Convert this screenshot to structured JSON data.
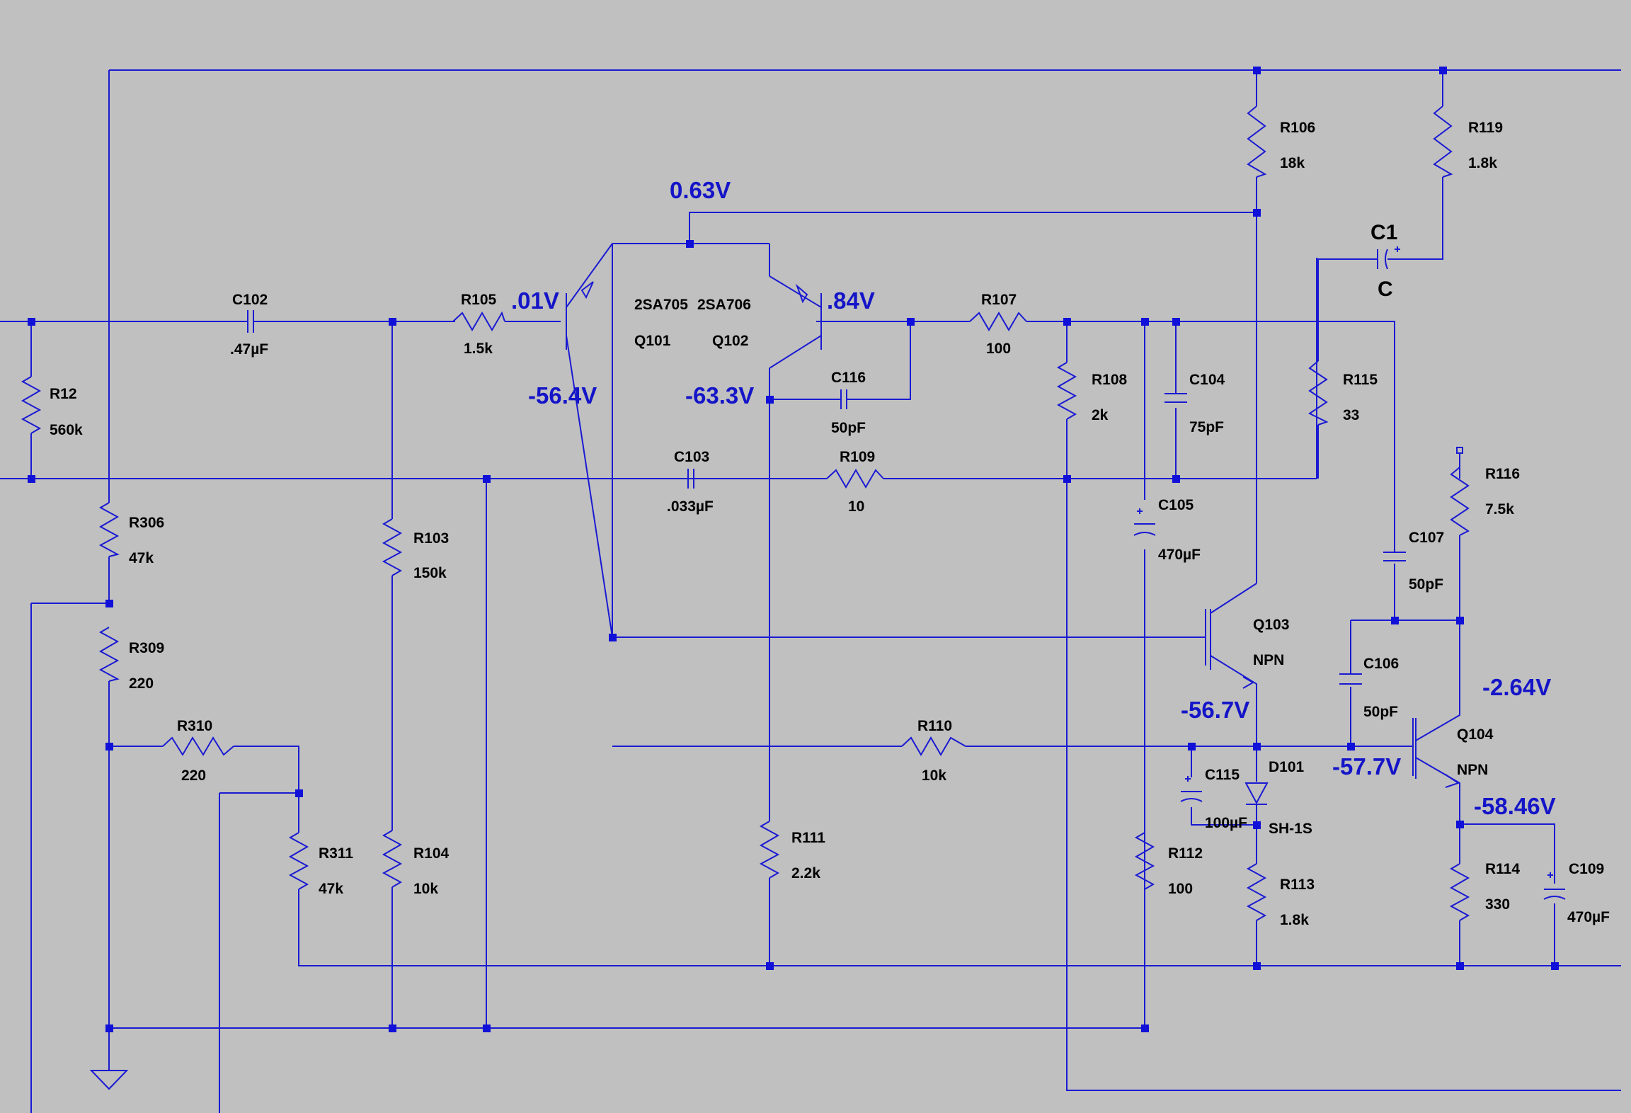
{
  "colors": {
    "background": "#c0c0c0",
    "wire": "#1a1ad2",
    "node": "#1010d8",
    "voltage_text": "#1414c8",
    "label_text": "#000000"
  },
  "components": [
    {
      "id": "R12",
      "value": "560k",
      "kind": "resistor"
    },
    {
      "id": "C102",
      "value": ".47µF",
      "kind": "capacitor"
    },
    {
      "id": "R105",
      "value": "1.5k",
      "kind": "resistor"
    },
    {
      "id": "R306",
      "value": "47k",
      "kind": "resistor"
    },
    {
      "id": "R309",
      "value": "220",
      "kind": "resistor"
    },
    {
      "id": "R310",
      "value": "220",
      "kind": "resistor"
    },
    {
      "id": "R311",
      "value": "47k",
      "kind": "resistor"
    },
    {
      "id": "R103",
      "value": "150k",
      "kind": "resistor"
    },
    {
      "id": "R104",
      "value": "10k",
      "kind": "resistor"
    },
    {
      "id": "Q101",
      "value": "2SA705",
      "kind": "pnp"
    },
    {
      "id": "Q102",
      "value": "2SA706",
      "kind": "pnp"
    },
    {
      "id": "C116",
      "value": "50pF",
      "kind": "capacitor"
    },
    {
      "id": "C103",
      "value": ".033µF",
      "kind": "capacitor"
    },
    {
      "id": "R109",
      "value": "10",
      "kind": "resistor"
    },
    {
      "id": "R107",
      "value": "100",
      "kind": "resistor"
    },
    {
      "id": "R108",
      "value": "2k",
      "kind": "resistor"
    },
    {
      "id": "C104",
      "value": "75pF",
      "kind": "capacitor"
    },
    {
      "id": "C105",
      "value": "470µF",
      "kind": "polarized-capacitor"
    },
    {
      "id": "R111",
      "value": "2.2k",
      "kind": "resistor"
    },
    {
      "id": "R110",
      "value": "10k",
      "kind": "resistor"
    },
    {
      "id": "R112",
      "value": "100",
      "kind": "resistor"
    },
    {
      "id": "R106",
      "value": "18k",
      "kind": "resistor"
    },
    {
      "id": "R119",
      "value": "1.8k",
      "kind": "resistor"
    },
    {
      "id": "C1",
      "value": "C",
      "kind": "polarized-capacitor"
    },
    {
      "id": "R115",
      "value": "33",
      "kind": "resistor"
    },
    {
      "id": "Q103",
      "value": "NPN",
      "kind": "npn"
    },
    {
      "id": "C115",
      "value": "100µF",
      "kind": "polarized-capacitor"
    },
    {
      "id": "D101",
      "value": "SH-1S",
      "kind": "diode"
    },
    {
      "id": "R113",
      "value": "1.8k",
      "kind": "resistor"
    },
    {
      "id": "C107",
      "value": "50pF",
      "kind": "capacitor"
    },
    {
      "id": "C106",
      "value": "50pF",
      "kind": "capacitor"
    },
    {
      "id": "R116",
      "value": "7.5k",
      "kind": "resistor"
    },
    {
      "id": "Q104",
      "value": "NPN",
      "kind": "npn"
    },
    {
      "id": "R114",
      "value": "330",
      "kind": "resistor"
    },
    {
      "id": "C109",
      "value": "470µF",
      "kind": "polarized-capacitor"
    }
  ],
  "voltages": {
    "v_tail": "0.63V",
    "v_q101_base": ".01V",
    "v_q102_base": ".84V",
    "v_q101_collector": "-56.4V",
    "v_q102_collector": "-63.3V",
    "v_q103_emitter": "-56.7V",
    "v_q104_base": "-57.7V",
    "v_q104_collector": "-2.64V",
    "v_q104_emitter": "-58.46V"
  }
}
